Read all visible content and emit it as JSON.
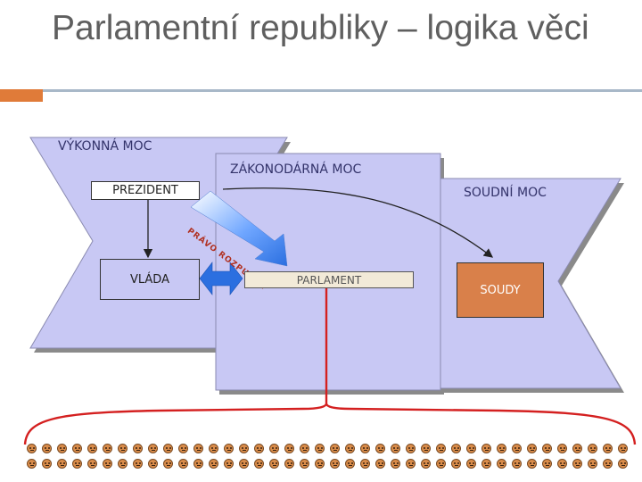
{
  "slide": {
    "title": "Parlamentní republiky – logika věci"
  },
  "diagram": {
    "executive_label": "VÝKONNÁ MOC",
    "legislative_label": "ZÁKONODÁRNÁ MOC",
    "judicial_label": "SOUDNÍ MOC",
    "president_label": "PREZIDENT",
    "government_label": "VLÁDA",
    "parliament_label": "PARLAMENT",
    "courts_label": "SOUDY",
    "dissolution_arrow_label": "PRÁVO ROZPUSTIT"
  },
  "colors": {
    "panel_fill": "#c8c8f4",
    "parliament_fill": "#f2ead8",
    "courts_fill": "#d9804a",
    "citizen_link": "#d42020",
    "arrow_blue": "#2b6fe0",
    "accent": "#e07b39"
  },
  "citizens": {
    "rows": 2,
    "per_row": 40
  }
}
